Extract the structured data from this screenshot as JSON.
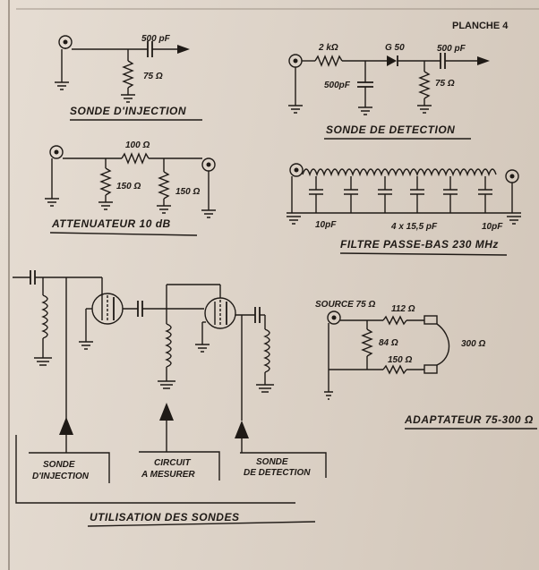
{
  "planche": "PLANCHE 4",
  "injection": {
    "title": "SONDE D'INJECTION",
    "cap": "500 pF",
    "res": "75 Ω"
  },
  "detection": {
    "title": "SONDE DE DETECTION",
    "res1": "2 kΩ",
    "diode": "G 50",
    "cap2": "500 pF",
    "cap1": "500pF",
    "res2": "75 Ω"
  },
  "attenuateur": {
    "title": "ATTENUATEUR 10 dB",
    "r_series": "100 Ω",
    "r_left": "150 Ω",
    "r_right": "150 Ω"
  },
  "filtre": {
    "title": "FILTRE PASSE-BAS 230 MHz",
    "c_left": "10pF",
    "c_mid": "4 x 15,5 pF",
    "c_right": "10pF"
  },
  "utilisation": {
    "title": "UTILISATION DES SONDES",
    "label1a": "SONDE",
    "label1b": "D'INJECTION",
    "label2a": "CIRCUIT",
    "label2b": "A MESURER",
    "label3a": "SONDE",
    "label3b": "DE DETECTION"
  },
  "adaptateur": {
    "title": "ADAPTATEUR 75-300 Ω",
    "source": "SOURCE 75 Ω",
    "r1": "112 Ω",
    "r2": "84 Ω",
    "r3": "150 Ω",
    "load": "300 Ω"
  }
}
